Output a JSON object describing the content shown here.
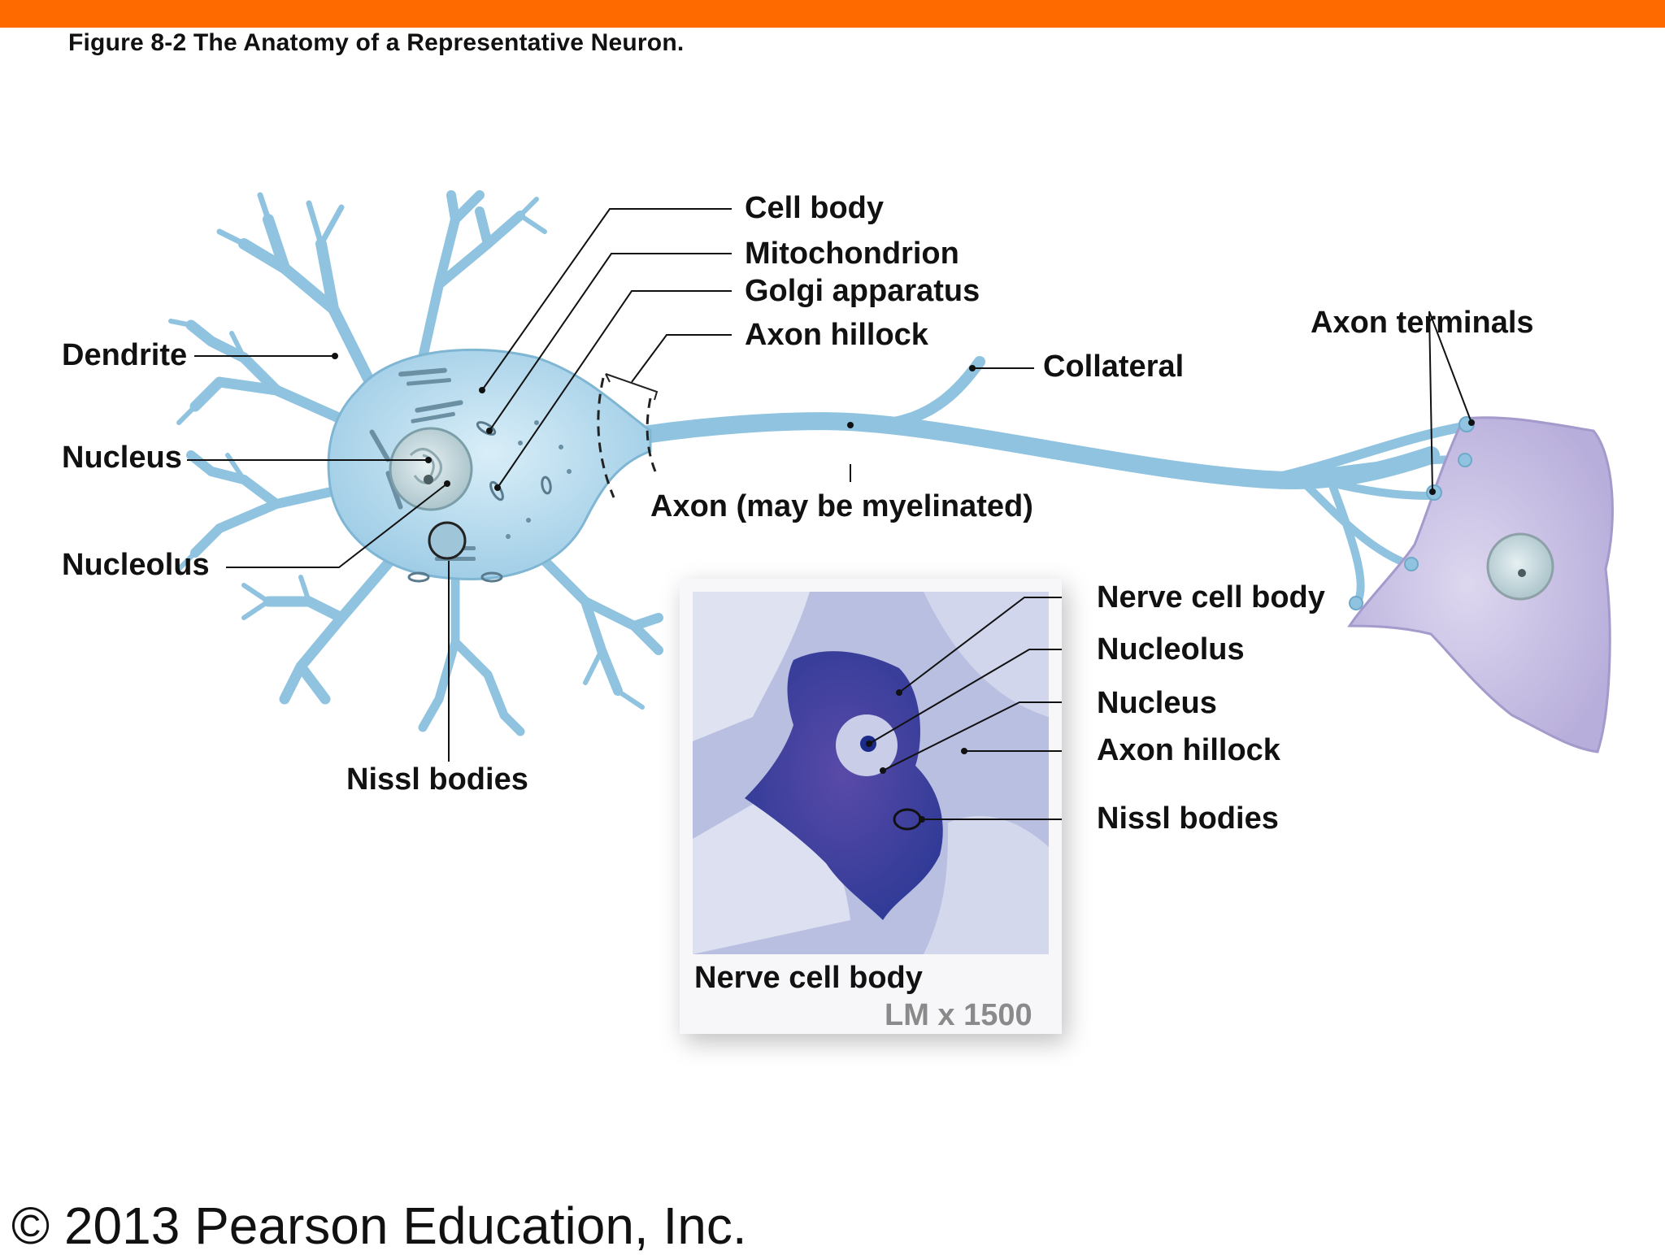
{
  "figure_title": "Figure 8-2  The Anatomy of a Representative Neuron.",
  "labels": {
    "cell_body": "Cell body",
    "mitochondrion": "Mitochondrion",
    "golgi": "Golgi apparatus",
    "axon_hillock": "Axon hillock",
    "collateral": "Collateral",
    "axon_terminals": "Axon terminals",
    "dendrite": "Dendrite",
    "nucleus": "Nucleus",
    "nucleolus": "Nucleolus",
    "nissl_bodies": "Nissl bodies",
    "axon": "Axon (may be myelinated)"
  },
  "micrograph": {
    "caption": "Nerve cell body",
    "magnification": "LM x 1500",
    "labels": {
      "nerve_cell_body": "Nerve cell body",
      "nucleolus": "Nucleolus",
      "nucleus": "Nucleus",
      "axon_hillock": "Axon hillock",
      "nissl_bodies": "Nissl bodies"
    }
  },
  "copyright": "© 2013 Pearson Education, Inc.",
  "colors": {
    "accent_bar": "#ff6a00",
    "neuron": "#a9d3ea",
    "neuron_outline": "#6fa9c9",
    "target_cell": "#c5bde0",
    "stain": "#3a3f9e"
  }
}
